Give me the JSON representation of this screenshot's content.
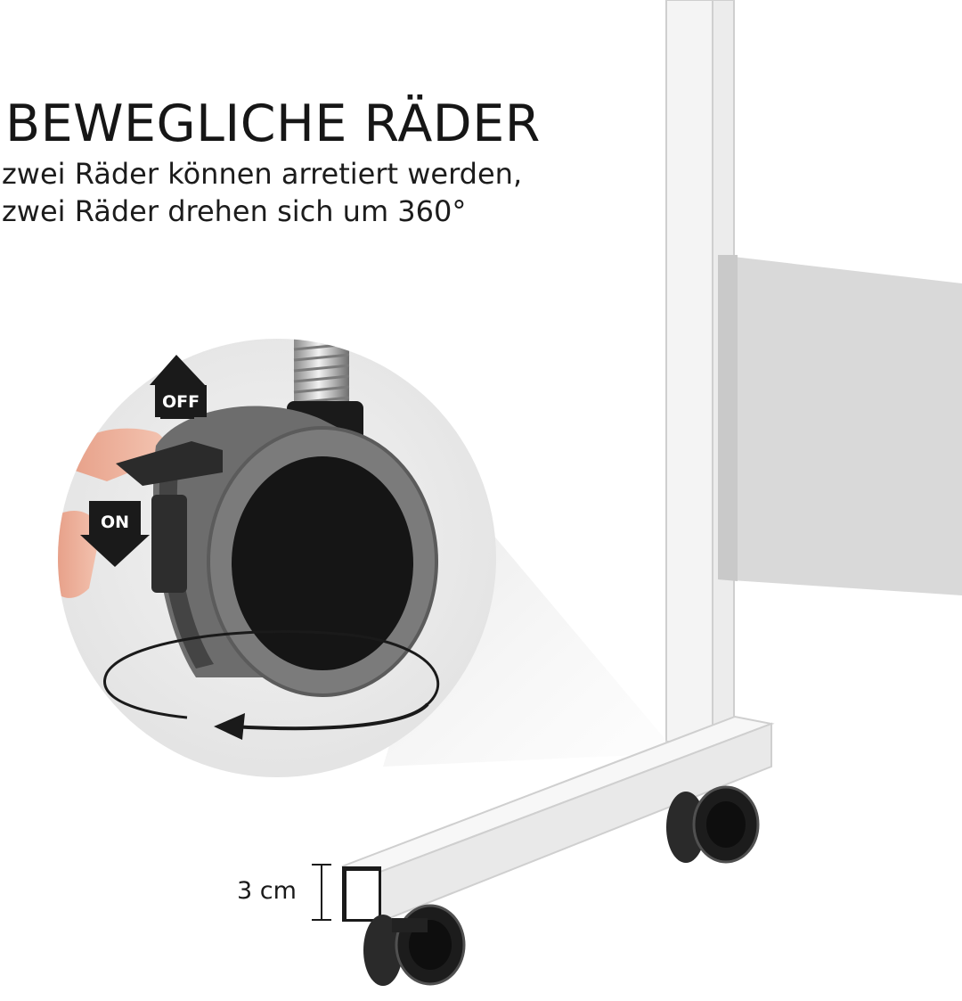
{
  "headline": "BEWEGLICHE RÄDER",
  "subline": [
    "zwei Räder können arretiert werden,",
    "zwei Räder drehen sich um 360°"
  ],
  "lock": {
    "off_label": "OFF",
    "on_label": "ON"
  },
  "dimension_label": "3 cm",
  "colors": {
    "frame": "#f4f4f4",
    "panel": "#d9d9d9",
    "tire": "#7b7b7b",
    "hub": "#151515",
    "text": "#161616"
  }
}
